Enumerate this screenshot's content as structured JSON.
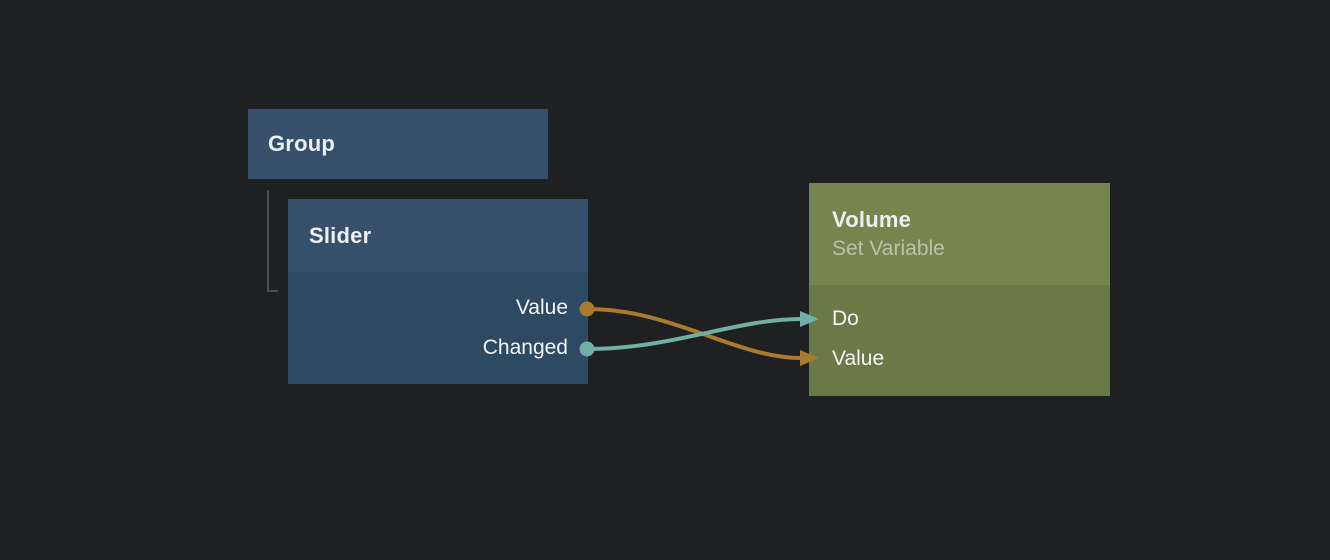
{
  "colors": {
    "canvas_bg": "#1f2022",
    "node_blue": "#36506c",
    "node_blue_body": "#2e4962",
    "node_green": "#75854e",
    "node_green_body": "#6a7a47",
    "title_text": "#edeff1",
    "subtitle_text": "rgba(255,255,255,0.5)",
    "port_text": "#f3f5f6",
    "wire_orange": "#a87c2c",
    "wire_teal": "#6fafa7",
    "hierarchy_line": "#4c4d51"
  },
  "nodes": {
    "group": {
      "title": "Group"
    },
    "slider": {
      "title": "Slider",
      "outputs": [
        {
          "label": "Value",
          "color": "#a87c2c"
        },
        {
          "label": "Changed",
          "color": "#6fada7"
        }
      ]
    },
    "volume": {
      "title": "Volume",
      "subtitle": "Set Variable",
      "inputs": [
        {
          "label": "Do"
        },
        {
          "label": "Value"
        }
      ]
    }
  },
  "connections": [
    {
      "from": "Slider.Value",
      "to": "Volume.Value",
      "color": "#a87c2c"
    },
    {
      "from": "Slider.Changed",
      "to": "Volume.Do",
      "color": "#6fada7"
    }
  ]
}
